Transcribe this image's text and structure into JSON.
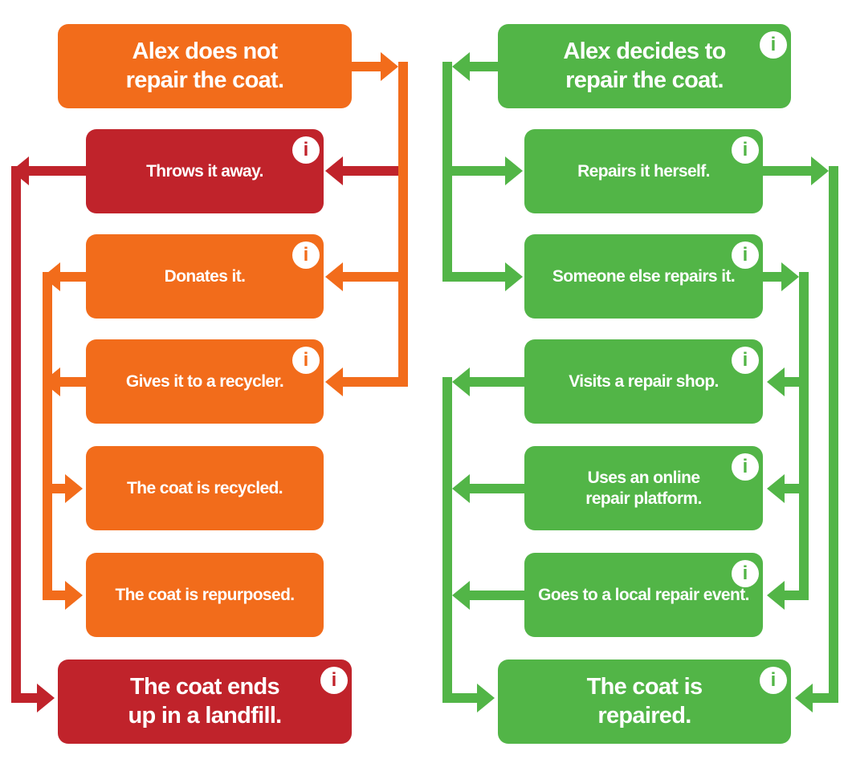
{
  "colors": {
    "orange": "#F26C1B",
    "red": "#C0232B",
    "green": "#52B547",
    "label_text": "#FFFFFF",
    "background": "#FFFFFF",
    "info_icon_bg": "#FFFFFF"
  },
  "icons": {
    "info_glyph": "i"
  },
  "flowchart": {
    "left": {
      "nodes": [
        {
          "id": "L1",
          "label": "Alex does not\nrepair the coat.",
          "color": "orange",
          "info_icon": false
        },
        {
          "id": "L2",
          "label": "Throws it away.",
          "color": "red",
          "info_icon": true
        },
        {
          "id": "L3",
          "label": "Donates it.",
          "color": "orange",
          "info_icon": true
        },
        {
          "id": "L4",
          "label": "Gives it to a recycler.",
          "color": "orange",
          "info_icon": true
        },
        {
          "id": "L5",
          "label": "The coat is recycled.",
          "color": "orange",
          "info_icon": false
        },
        {
          "id": "L6",
          "label": "The coat is repurposed.",
          "color": "orange",
          "info_icon": false
        },
        {
          "id": "L7",
          "label": "The coat ends\nup in a landfill.",
          "color": "red",
          "info_icon": true
        }
      ]
    },
    "right": {
      "nodes": [
        {
          "id": "R1",
          "label": "Alex decides to\nrepair the coat.",
          "color": "green",
          "info_icon": true
        },
        {
          "id": "R2",
          "label": "Repairs it herself.",
          "color": "green",
          "info_icon": true
        },
        {
          "id": "R3",
          "label": "Someone else repairs it.",
          "color": "green",
          "info_icon": true
        },
        {
          "id": "R4",
          "label": "Visits a repair shop.",
          "color": "green",
          "info_icon": true
        },
        {
          "id": "R5",
          "label": "Uses an online\nrepair platform.",
          "color": "green",
          "info_icon": true
        },
        {
          "id": "R6",
          "label": "Goes to a local repair event.",
          "color": "green",
          "info_icon": true
        },
        {
          "id": "R7",
          "label": "The coat is\nrepaired.",
          "color": "green",
          "info_icon": true
        }
      ]
    },
    "edges": [
      {
        "from": [
          "L1"
        ],
        "to": [
          "L2",
          "L3",
          "L4"
        ]
      },
      {
        "from": [
          "L2"
        ],
        "to": [
          "L7"
        ]
      },
      {
        "from": [
          "L3",
          "L4"
        ],
        "to": [
          "L5",
          "L6"
        ]
      },
      {
        "from": [
          "R1"
        ],
        "to": [
          "R2",
          "R3"
        ]
      },
      {
        "from": [
          "R2"
        ],
        "to": [
          "R7"
        ]
      },
      {
        "from": [
          "R3"
        ],
        "to": [
          "R4",
          "R5",
          "R6"
        ]
      },
      {
        "from": [
          "R4",
          "R5",
          "R6"
        ],
        "to": [
          "R7"
        ]
      }
    ]
  }
}
